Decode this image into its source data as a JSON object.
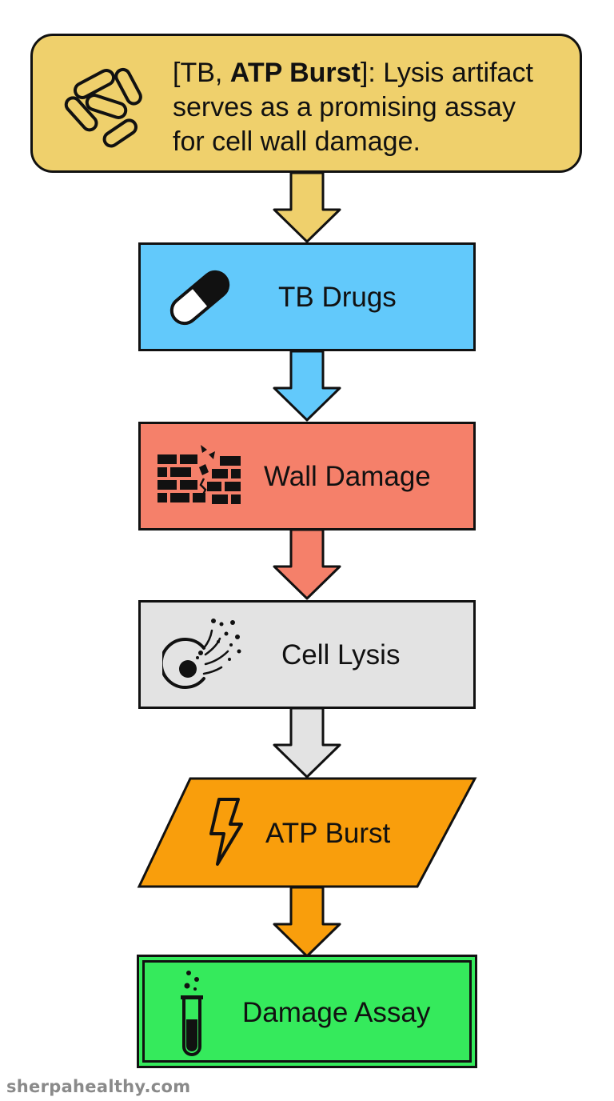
{
  "header": {
    "prefix": "[TB, ",
    "emphasis": "ATP Burst",
    "suffix_line1": "]: Lysis artifact",
    "line2": "serves as a promising assay",
    "line3": "for cell wall damage."
  },
  "steps": [
    {
      "label": "TB Drugs",
      "icon": "pill-icon",
      "fill": "#62c9fb"
    },
    {
      "label": "Wall Damage",
      "icon": "broken-brick-wall-icon",
      "fill": "#f5806a"
    },
    {
      "label": "Cell Lysis",
      "icon": "lysing-cell-icon",
      "fill": "#e3e3e3"
    },
    {
      "label": "ATP Burst",
      "icon": "lightning-bolt-icon",
      "fill": "#f99e0c"
    },
    {
      "label": "Damage Assay",
      "icon": "test-tube-icon",
      "fill": "#35ea5c"
    }
  ],
  "header_icon": "bacteria-icon",
  "header_fill": "#efd06c",
  "footer": {
    "watermark": "sherpahealthy.com"
  }
}
